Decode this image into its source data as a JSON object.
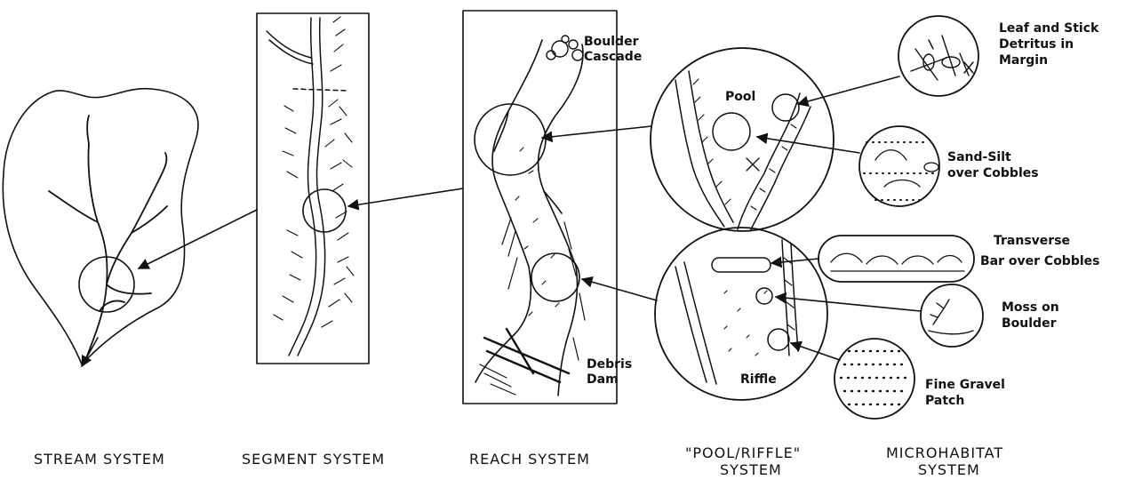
{
  "captions": {
    "stream": "STREAM SYSTEM",
    "segment": "SEGMENT SYSTEM",
    "reach": "REACH SYSTEM",
    "pool_riffle_line1": "\"POOL/RIFFLE\"",
    "pool_riffle_line2": "SYSTEM",
    "microhabitat_line1": "MICROHABITAT",
    "microhabitat_line2": "SYSTEM"
  },
  "reach_labels": {
    "boulder_line1": "Boulder",
    "boulder_line2": "Cascade",
    "debris_line1": "Debris",
    "debris_line2": "Dam"
  },
  "pool_riffle_labels": {
    "pool": "Pool",
    "riffle": "Riffle"
  },
  "microhabitats": {
    "leaf_line1": "Leaf and Stick",
    "leaf_line2": "Detritus in",
    "leaf_line3": "Margin",
    "sand_line1": "Sand-Silt",
    "sand_line2": "over Cobbles",
    "bar_line1": "Transverse",
    "bar_line2": "Bar over Cobbles",
    "moss_line1": "Moss on",
    "moss_line2": "Boulder",
    "gravel_line1": "Fine Gravel",
    "gravel_line2": "Patch"
  }
}
